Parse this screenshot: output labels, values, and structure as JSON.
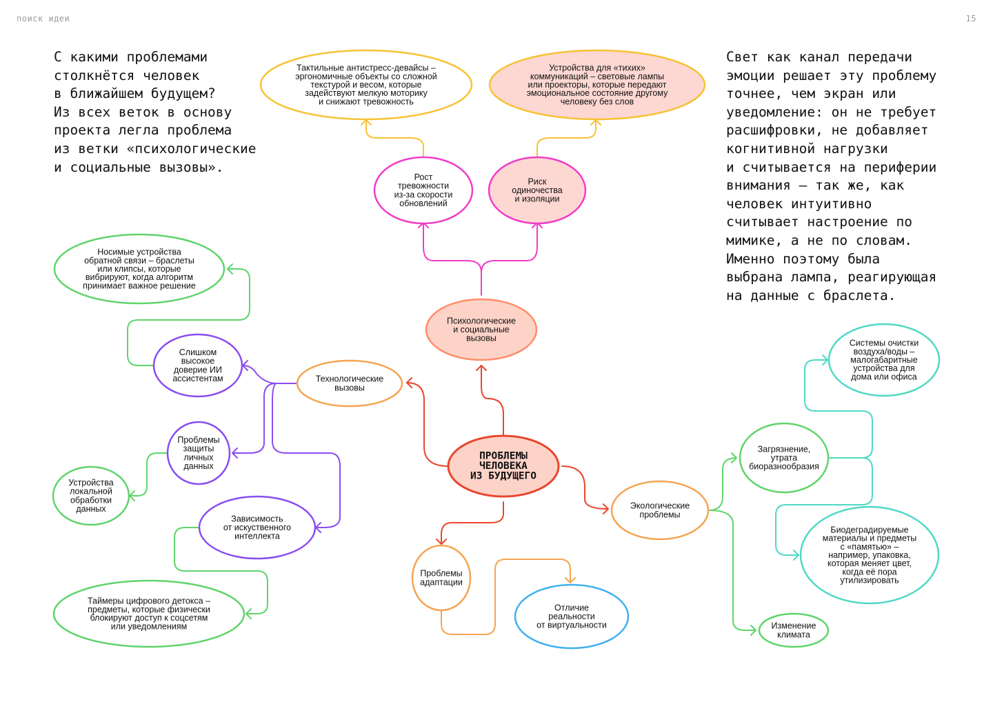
{
  "header": {
    "section": "поиск идеи",
    "page_number": "15"
  },
  "intro_text": "С какими проблемами\nстолкнётся человек\nв ближайшем будущем?\nИз всех веток в основу\nпроекта легла проблема\nиз ветки «психологические\nи социальные вызовы».",
  "conclusion_text": "Свет как канал передачи\nэмоции решает эту проблему\nточнее, чем экран или\nуведомление: он не требует\nрасшифровки, не добавляет\nкогнитивной нагрузки\nи считывается на периферии\nвнимания — так же, как\nчеловек интуитивно\nсчитывает настроение по\nмимике, а не по словам.\nИменно поэтому была\nвыбрана лампа, реагирующая\nна данные с браслета.",
  "colors": {
    "center": "#e8452c",
    "center_fill": "#fdd3c8",
    "psych": "#ff8c6a",
    "psych_fill": "#fdd3c8",
    "magenta": "#f03cc8",
    "yellow": "#f7c233",
    "pink_fill": "#fdd7d2",
    "tech": "#f5a451",
    "purple": "#8a4cf0",
    "green": "#5fd46a",
    "teal": "#4fd8c4",
    "adapt": "#f5a451",
    "blue": "#3fb0f0"
  },
  "mindmap": {
    "center": {
      "label": [
        "ПРОБЛЕМЫ",
        "ЧЕЛОВЕКА",
        "ИЗ БУДУЩЕГО"
      ]
    },
    "psych": {
      "label": [
        "Психологические",
        "и социальные",
        "вызовы"
      ],
      "anxiety": {
        "label": [
          "Рост",
          "тревожности",
          "из-за скорости",
          "обновлений"
        ]
      },
      "anxiety_solution": {
        "label": [
          "Тактильные антистресс-девайсы –",
          "эргономичные объекты со сложной",
          "текстурой и весом, которые",
          "задействуют мелкую моторику",
          "и снижают тревожность"
        ]
      },
      "loneliness": {
        "label": [
          "Риск",
          "одиночества",
          "и изоляции"
        ]
      },
      "loneliness_solution": {
        "label": [
          "Устройства для «тихих»",
          "коммуникаций – световые лампы",
          "или проекторы, которые передают",
          "эмоциональное состояние другому",
          "человеку без слов"
        ]
      }
    },
    "tech": {
      "label": [
        "Технологические",
        "вызовы"
      ],
      "trust": {
        "label": [
          "Слишком",
          "высокое",
          "доверие ИИ",
          "ассистентам"
        ]
      },
      "trust_solution": {
        "label": [
          "Носимые устройства",
          "обратной связи – браслеты",
          "или клипсы, которые",
          "вибрируют, когда алгоритм",
          "принимает важное решение"
        ]
      },
      "privacy": {
        "label": [
          "Проблемы",
          "защиты",
          "личных",
          "данных"
        ]
      },
      "privacy_solution": {
        "label": [
          "Устройства",
          "локальной",
          "обработки",
          "данных"
        ]
      },
      "dependency": {
        "label": [
          "Зависимость",
          "от искуственного",
          "интеллекта"
        ]
      },
      "dependency_solution": {
        "label": [
          "Таймеры цифрового детокса –",
          "предметы, которые физически",
          "блокируют доступ к соцсетям",
          "или уведомлениям"
        ]
      }
    },
    "eco": {
      "label": [
        "Экологические",
        "проблемы"
      ],
      "pollution": {
        "label": [
          "Загрязнение,",
          "утрата",
          "биоразнообразия"
        ]
      },
      "purifier": {
        "label": [
          "Системы очистки",
          "воздуха/воды –",
          "малогабаритные",
          "устройства для",
          "дома или офиса"
        ]
      },
      "biodegradable": {
        "label": [
          "Биодеградируемые",
          "материалы и предметы",
          "с «памятью» –",
          "например, упаковка,",
          "которая меняет цвет,",
          "когда её пора",
          "утилизировать"
        ]
      },
      "climate": {
        "label": [
          "Изменение",
          "климата"
        ]
      }
    },
    "adapt": {
      "label": [
        "Проблемы",
        "адаптации"
      ],
      "reality": {
        "label": [
          "Отличие",
          "реальности",
          "от виртуальности"
        ]
      }
    }
  }
}
